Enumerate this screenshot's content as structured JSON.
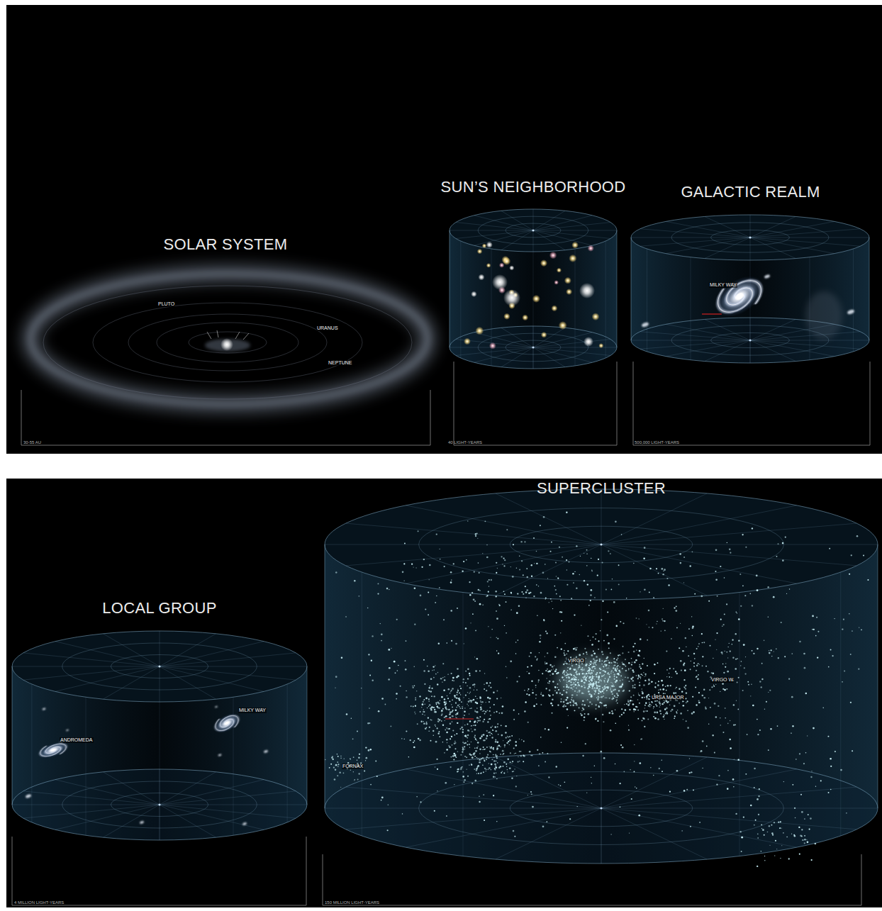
{
  "diagram": {
    "nodes": [
      {
        "text": [
          "SOLAR SYSTEM",
          "30-55 AU"
        ]
      },
      {
        "text": [
          "SUN’S NEIGHBORHOOD",
          "40 LIGHT-YEARS"
        ]
      },
      {
        "text": [
          "GALACTIC REALM",
          "500,000 LIGHT-YEARS"
        ]
      },
      {
        "text": [
          "LOCAL GROUP",
          "4 MILLION LIGHT-YEARS"
        ]
      },
      {
        "text": [
          "SUPERCLUSTER",
          "150 MILLION LIGHT-YEARS"
        ]
      }
    ],
    "labels": [
      "PLUTO",
      "URANUS",
      "NEPTUNE",
      "MILKY WAY",
      "ANDROMEDA",
      "MILKY WAY",
      "VIRGO",
      "URSA MAJOR",
      "VIRGO W",
      "FORNAX"
    ]
  }
}
